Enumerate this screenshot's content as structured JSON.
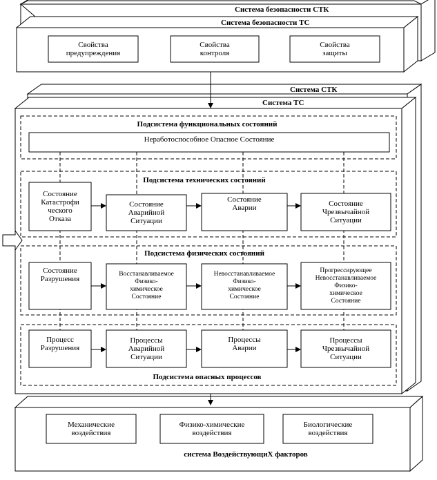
{
  "outer_top": {
    "title_stk": "Система безопасности СТК",
    "title_ts": "Система безопасности ТС",
    "items": [
      "Свойства\nпредупреждения",
      "Свойства\nконтроля",
      "Свойства\nзащиты"
    ]
  },
  "middle": {
    "title_stk": "Система СТК",
    "title_ts": "Система ТС",
    "functional": {
      "title": "Подсистема функциональных  состояний",
      "state": "Неработоспособное Опасное Состояние"
    },
    "technical": {
      "title": "Подсистема  технических состояний",
      "boxes": [
        "Состояние\nКатастрофи\nческого\nОтказа",
        "Состояние\nАварийной\nСитуации",
        "Состояние\nАварии",
        "Состояние\nЧрезвычайной\nСитуации"
      ]
    },
    "physical": {
      "title": "Подсистема  физических  состояний",
      "boxes": [
        "Состояние\nРазрушения",
        "Восстанавливаемое\nФизико-\nхимическое\nСостояние",
        "Невосстанавливаемое\nФизико-\nхимическое\nСостояние",
        "Прогрессирующее\nНевосстанавливаемое\nФизико-\nхимическое\nСостояние"
      ]
    },
    "processes": {
      "title": "Подсистема опасных процессов",
      "boxes": [
        "Процесс\nРазрушения",
        "Процессы\nАварийной\nСитуации",
        "Процессы\nАварии",
        "Процессы\nЧрезвычайной\nСитуации"
      ]
    }
  },
  "bottom": {
    "title": "система ВоздействующиХ факторов",
    "items": [
      "Механические\nвоздействия",
      "Физико-химические\nвоздействия",
      "Биологические\nвоздействия"
    ]
  }
}
